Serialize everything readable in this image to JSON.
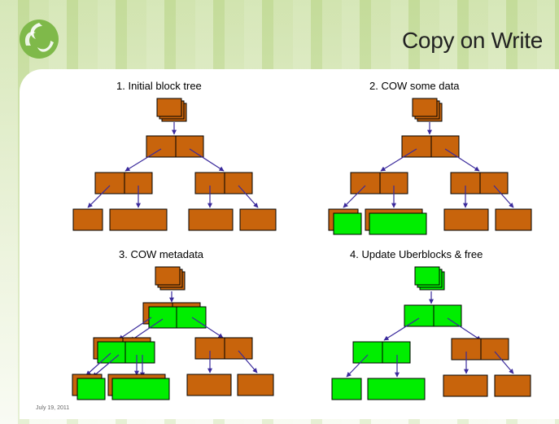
{
  "title": "Copy on Write",
  "date": "July 19, 2011",
  "logo_icon": "swirl-logo-icon",
  "colors": {
    "original_block": "#c8640c",
    "new_block": "#00ee00",
    "arrow": "#3a2a9c",
    "border": "#000000"
  },
  "panels": [
    {
      "caption": "1. Initial block tree"
    },
    {
      "caption": "2. COW some data"
    },
    {
      "caption": "3. COW metadata"
    },
    {
      "caption": "4. Update Uberblocks & free"
    }
  ]
}
